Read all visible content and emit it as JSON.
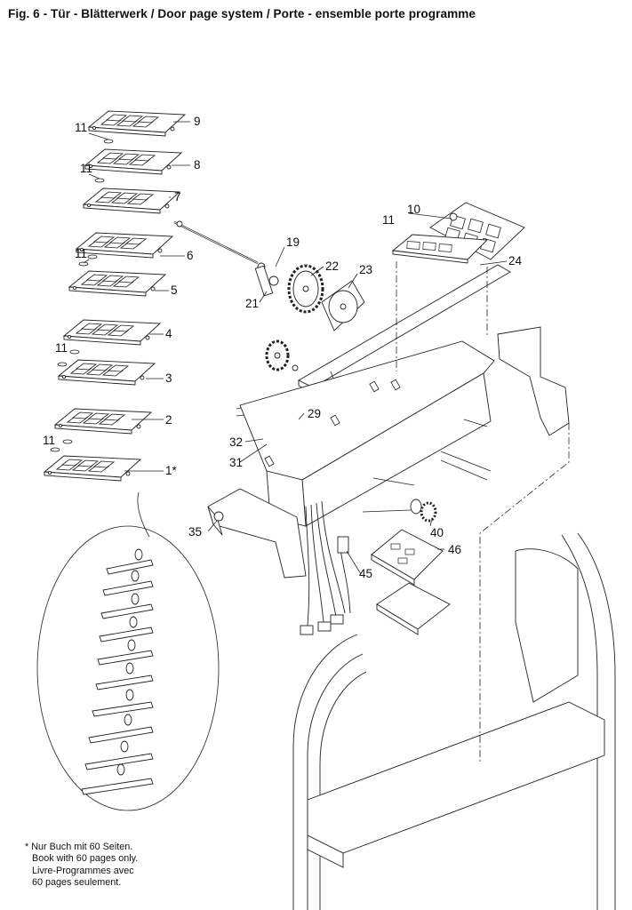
{
  "title": "Fig. 6 - Tür - Blätterwerk / Door page system / Porte - ensemble porte programme",
  "footnote": {
    "marker": "*",
    "lines": [
      "Nur Buch mit 60 Seiten.",
      "Book with 60 pages only.",
      "Livre-Programmes avec",
      "60 pages seulement."
    ]
  },
  "callouts": [
    "9",
    "11",
    "8",
    "11",
    "7",
    "11",
    "6",
    "5",
    "4",
    "11",
    "3",
    "2",
    "11",
    "1*",
    "10",
    "11",
    "24",
    "19",
    "22",
    "23",
    "21",
    "29",
    "32",
    "31",
    "35",
    "40",
    "46",
    "45"
  ]
}
